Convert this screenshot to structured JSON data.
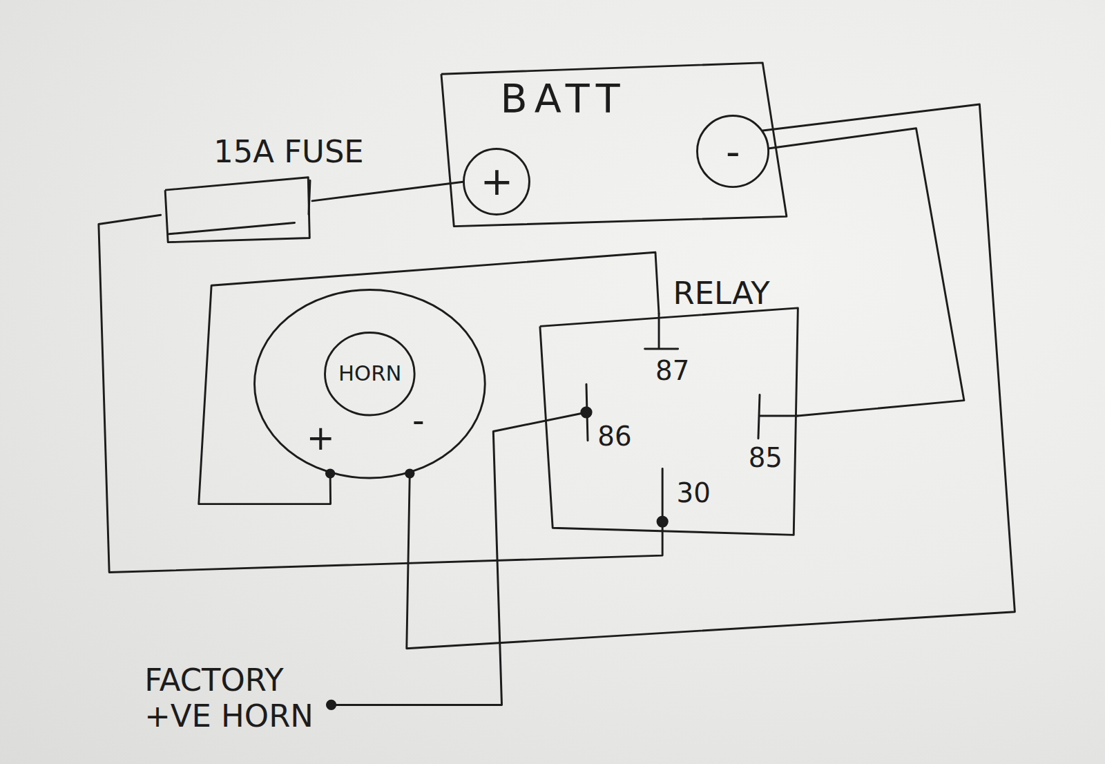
{
  "diagram": {
    "nodes": [
      {
        "text": [
          "BATT"
        ]
      },
      {
        "text": [
          "+"
        ],
        "in": 0
      },
      {
        "text": [
          "-"
        ],
        "in": 0
      },
      {
        "text": [
          "15A FUSE"
        ]
      },
      {
        "text": [
          "+",
          "-"
        ]
      },
      {
        "text": [
          "HORN"
        ],
        "in": 4
      },
      {
        "text": [
          "RELAY"
        ]
      }
    ],
    "edges": [
      {
        "from": 1,
        "to": 3,
        "arrow": "none"
      },
      {
        "from": 3,
        "to": 6,
        "arrow": "none"
      },
      {
        "from": 6,
        "to": 4,
        "arrow": "none"
      },
      {
        "from": 4,
        "to": 2,
        "arrow": "none"
      },
      {
        "from": 6,
        "to": 2,
        "arrow": "none"
      }
    ],
    "labels": [
      "87",
      "86",
      "85",
      "30",
      "FACTORY +VE HORN"
    ]
  }
}
